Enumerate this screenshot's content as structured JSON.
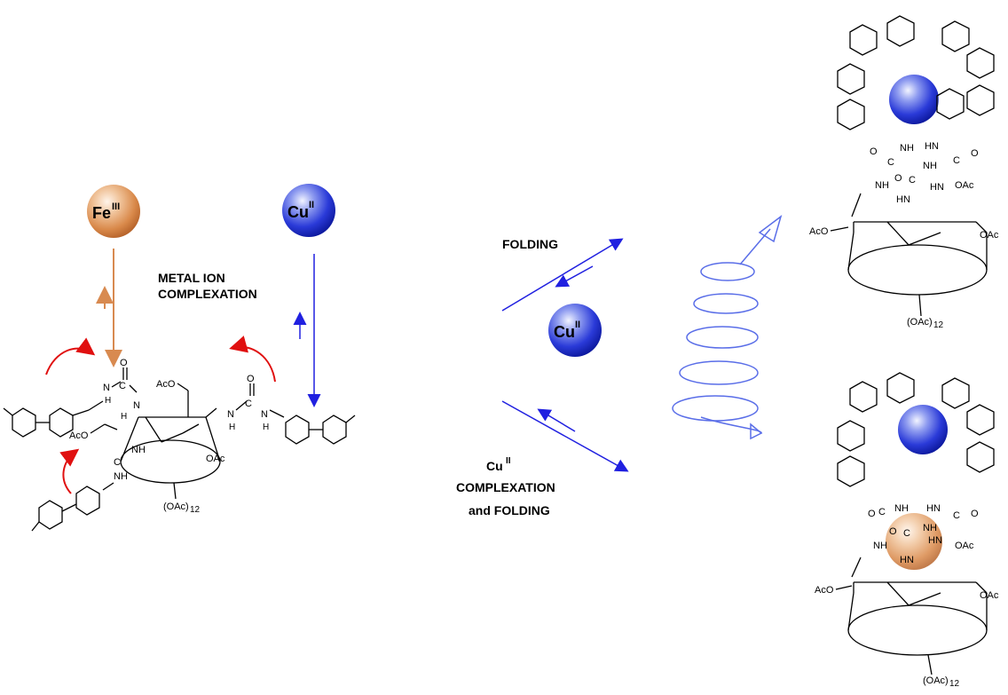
{
  "ions": {
    "fe": {
      "symbol": "Fe",
      "charge": "III",
      "color": "#e39a5c"
    },
    "cu": {
      "symbol": "Cu",
      "charge": "II",
      "color": "#2233cc"
    }
  },
  "labels": {
    "metal_ion_line1": "METAL ION",
    "metal_ion_line2": "COMPLEXATION",
    "folding": "FOLDING",
    "cu_complex_line1": "Cu",
    "cu_complex_sup": "II",
    "cu_complex_line2": "COMPLEXATION",
    "cu_complex_line3": "and FOLDING"
  },
  "atoms": {
    "aco": "AcO",
    "oac": "OAc",
    "oac12": "(OAc)",
    "oac12_sub": "12",
    "nh": "NH",
    "hn": "HN",
    "n": "N",
    "h": "H",
    "c": "C",
    "o": "O"
  },
  "colors": {
    "red_arrow": "#e01010",
    "blue_arrow": "#2020e0",
    "orange_arrow": "#d88a50",
    "helix": "#5a6ee8"
  }
}
